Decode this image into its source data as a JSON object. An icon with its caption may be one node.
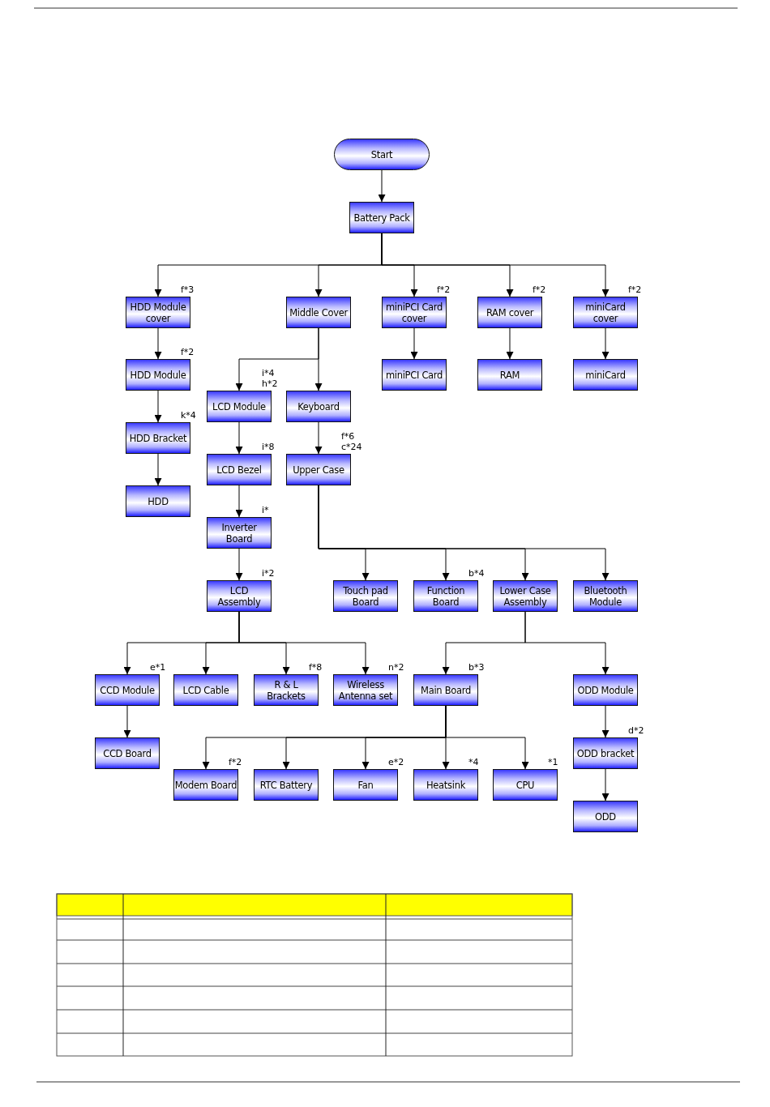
{
  "diagram": {
    "nodes": [
      {
        "text": [
          "Start"
        ]
      },
      {
        "text": [
          "Battery Pack"
        ]
      },
      {
        "text": [
          "HDD Module cover"
        ],
        "beside": [
          "f*3"
        ]
      },
      {
        "text": [
          "Middle Cover"
        ]
      },
      {
        "text": [
          "miniPCI Card cover"
        ],
        "beside": [
          "f*2"
        ]
      },
      {
        "text": [
          "RAM cover"
        ],
        "beside": [
          "f*2"
        ]
      },
      {
        "text": [
          "miniCard cover"
        ],
        "beside": [
          "f*2"
        ]
      },
      {
        "text": [
          "HDD Module"
        ],
        "beside": [
          "f*2"
        ]
      },
      {
        "text": [
          "miniPCI Card"
        ]
      },
      {
        "text": [
          "RAM"
        ]
      },
      {
        "text": [
          "miniCard"
        ]
      },
      {
        "text": [
          "LCD Module"
        ],
        "beside": [
          "i*4",
          "h*2"
        ]
      },
      {
        "text": [
          "Keyboard"
        ]
      },
      {
        "text": [
          "HDD Bracket"
        ],
        "beside": [
          "k*4"
        ]
      },
      {
        "text": [
          "LCD Bezel"
        ],
        "beside": [
          "i*8"
        ]
      },
      {
        "text": [
          "Upper Case"
        ],
        "beside": [
          "f*6",
          "c*24"
        ]
      },
      {
        "text": [
          "HDD"
        ]
      },
      {
        "text": [
          "Inverter Board"
        ],
        "beside": [
          "i*"
        ]
      },
      {
        "text": [
          "LCD Assembly"
        ],
        "beside": [
          "i*2"
        ]
      },
      {
        "text": [
          "Touch pad Board"
        ]
      },
      {
        "text": [
          "Function Board"
        ],
        "beside": [
          "b*4"
        ]
      },
      {
        "text": [
          "Lower Case Assembly"
        ]
      },
      {
        "text": [
          "Bluetooth Module"
        ]
      },
      {
        "text": [
          "CCD Module"
        ],
        "beside": [
          "e*1"
        ]
      },
      {
        "text": [
          "LCD Cable"
        ]
      },
      {
        "text": [
          "R & L Brackets"
        ],
        "beside": [
          "f*8"
        ]
      },
      {
        "text": [
          "Wireless Antenna set"
        ],
        "beside": [
          "n*2"
        ]
      },
      {
        "text": [
          "Main Board"
        ],
        "beside": [
          "b*3"
        ]
      },
      {
        "text": [
          "ODD Module"
        ]
      },
      {
        "text": [
          "CCD Board"
        ]
      },
      {
        "text": [
          "ODD bracket"
        ],
        "beside": [
          "d*2"
        ]
      },
      {
        "text": [
          "Modem Board"
        ],
        "beside": [
          "f*2"
        ]
      },
      {
        "text": [
          "RTC Battery"
        ]
      },
      {
        "text": [
          "Fan"
        ],
        "beside": [
          "e*2"
        ]
      },
      {
        "text": [
          "Heatsink"
        ],
        "beside": [
          "*4"
        ]
      },
      {
        "text": [
          "CPU"
        ],
        "beside": [
          "*1"
        ]
      },
      {
        "text": [
          "ODD"
        ]
      }
    ],
    "edges": [
      {
        "from": 0,
        "to": 1,
        "arrow": "to"
      },
      {
        "from": 1,
        "to": 2,
        "arrow": "to"
      },
      {
        "from": 1,
        "to": 3,
        "arrow": "to"
      },
      {
        "from": 1,
        "to": 4,
        "arrow": "to"
      },
      {
        "from": 1,
        "to": 5,
        "arrow": "to"
      },
      {
        "from": 1,
        "to": 6,
        "arrow": "to"
      },
      {
        "from": 2,
        "to": 7,
        "arrow": "to"
      },
      {
        "from": 4,
        "to": 8,
        "arrow": "to"
      },
      {
        "from": 5,
        "to": 9,
        "arrow": "to"
      },
      {
        "from": 6,
        "to": 10,
        "arrow": "to"
      },
      {
        "from": 3,
        "to": 11,
        "arrow": "to"
      },
      {
        "from": 3,
        "to": 12,
        "arrow": "to"
      },
      {
        "from": 7,
        "to": 13,
        "arrow": "to"
      },
      {
        "from": 11,
        "to": 14,
        "arrow": "to"
      },
      {
        "from": 12,
        "to": 15,
        "arrow": "to"
      },
      {
        "from": 13,
        "to": 16,
        "arrow": "to"
      },
      {
        "from": 14,
        "to": 17,
        "arrow": "to"
      },
      {
        "from": 17,
        "to": 18,
        "arrow": "to"
      },
      {
        "from": 15,
        "to": 19,
        "arrow": "to"
      },
      {
        "from": 15,
        "to": 20,
        "arrow": "to"
      },
      {
        "from": 15,
        "to": 21,
        "arrow": "to"
      },
      {
        "from": 15,
        "to": 22,
        "arrow": "to"
      },
      {
        "from": 18,
        "to": 23,
        "arrow": "to"
      },
      {
        "from": 18,
        "to": 24,
        "arrow": "to"
      },
      {
        "from": 18,
        "to": 25,
        "arrow": "to"
      },
      {
        "from": 18,
        "to": 26,
        "arrow": "to"
      },
      {
        "from": 21,
        "to": 27,
        "arrow": "to"
      },
      {
        "from": 21,
        "to": 28,
        "arrow": "to"
      },
      {
        "from": 23,
        "to": 29,
        "arrow": "to"
      },
      {
        "from": 28,
        "to": 30,
        "arrow": "to"
      },
      {
        "from": 27,
        "to": 31,
        "arrow": "to"
      },
      {
        "from": 27,
        "to": 32,
        "arrow": "to"
      },
      {
        "from": 27,
        "to": 33,
        "arrow": "to"
      },
      {
        "from": 27,
        "to": 34,
        "arrow": "to"
      },
      {
        "from": 27,
        "to": 35,
        "arrow": "to"
      },
      {
        "from": 30,
        "to": 36,
        "arrow": "to"
      }
    ]
  }
}
